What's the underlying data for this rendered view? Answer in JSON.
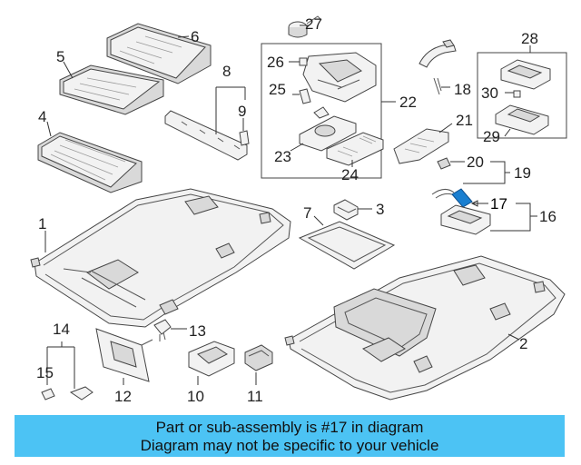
{
  "diagram": {
    "callouts": {
      "c1": "1",
      "c2": "2",
      "c3": "3",
      "c4": "4",
      "c5": "5",
      "c6": "6",
      "c7": "7",
      "c8": "8",
      "c9": "9",
      "c10": "10",
      "c11": "11",
      "c12": "12",
      "c13": "13",
      "c14": "14",
      "c15": "15",
      "c16": "16",
      "c17": "17",
      "c18": "18",
      "c19": "19",
      "c20": "20",
      "c21": "21",
      "c22": "22",
      "c23": "23",
      "c24": "24",
      "c25": "25",
      "c26": "26",
      "c27": "27",
      "c28": "28",
      "c29": "29",
      "c30": "30"
    },
    "highlighted_part": "17",
    "highlight_color": "#1a7fd0"
  },
  "banner": {
    "line1": "Part or sub-assembly is #17 in diagram",
    "line2": "Diagram may not be specific to your vehicle",
    "background": "#4cc3f4"
  }
}
